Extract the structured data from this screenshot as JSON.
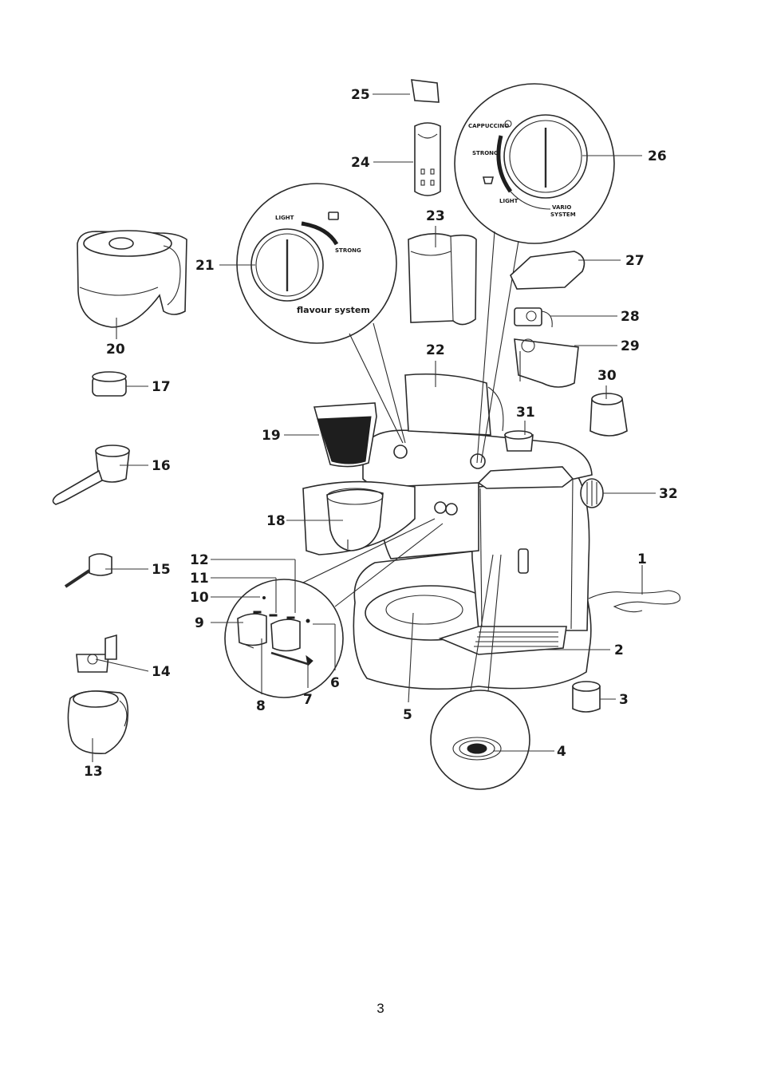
{
  "page_number": "3",
  "dial_flavour": {
    "light": "LIGHT",
    "strong": "STRONG",
    "caption": "flavour system"
  },
  "dial_vario": {
    "cappuccino": "CAPPUCCINO",
    "strong": "STRONG",
    "light": "LIGHT",
    "vario_line1": "VARIO",
    "vario_line2": "SYSTEM"
  },
  "callouts": {
    "c1": "1",
    "c2": "2",
    "c3": "3",
    "c4": "4",
    "c5": "5",
    "c6": "6",
    "c7": "7",
    "c8": "8",
    "c9": "9",
    "c10": "10",
    "c11": "11",
    "c12": "12",
    "c13": "13",
    "c14": "14",
    "c15": "15",
    "c16": "16",
    "c17": "17",
    "c18": "18",
    "c19": "19",
    "c20": "20",
    "c21": "21",
    "c22": "22",
    "c23": "23",
    "c24": "24",
    "c25": "25",
    "c26": "26",
    "c27": "27",
    "c28": "28",
    "c29": "29",
    "c30": "30",
    "c31": "31",
    "c32": "32"
  }
}
